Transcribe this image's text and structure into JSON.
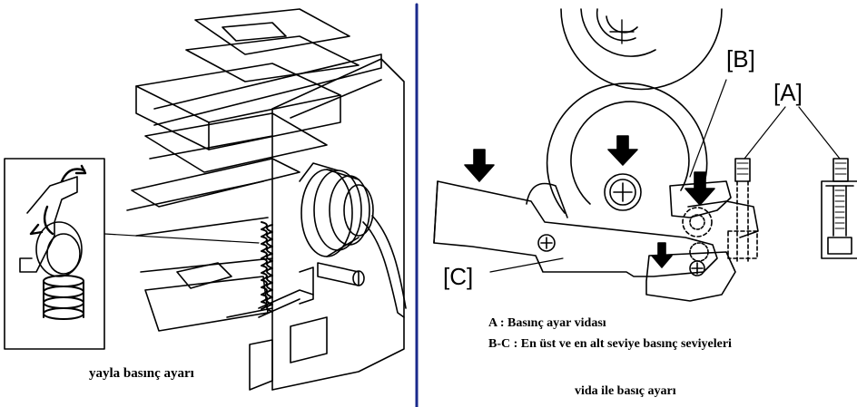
{
  "left_panel": {
    "caption": "yayla basınç ayarı"
  },
  "right_panel": {
    "labels": {
      "a": "[A]",
      "b": "[B]",
      "c": "[C]"
    },
    "legend": [
      "A : Basınç ayar vidası",
      "B-C : En üst ve en alt seviye basınç seviyeleri"
    ],
    "caption": "vida ile basıç ayarı"
  },
  "colors": {
    "divider": "#1a2a8c",
    "ink": "#000000"
  }
}
